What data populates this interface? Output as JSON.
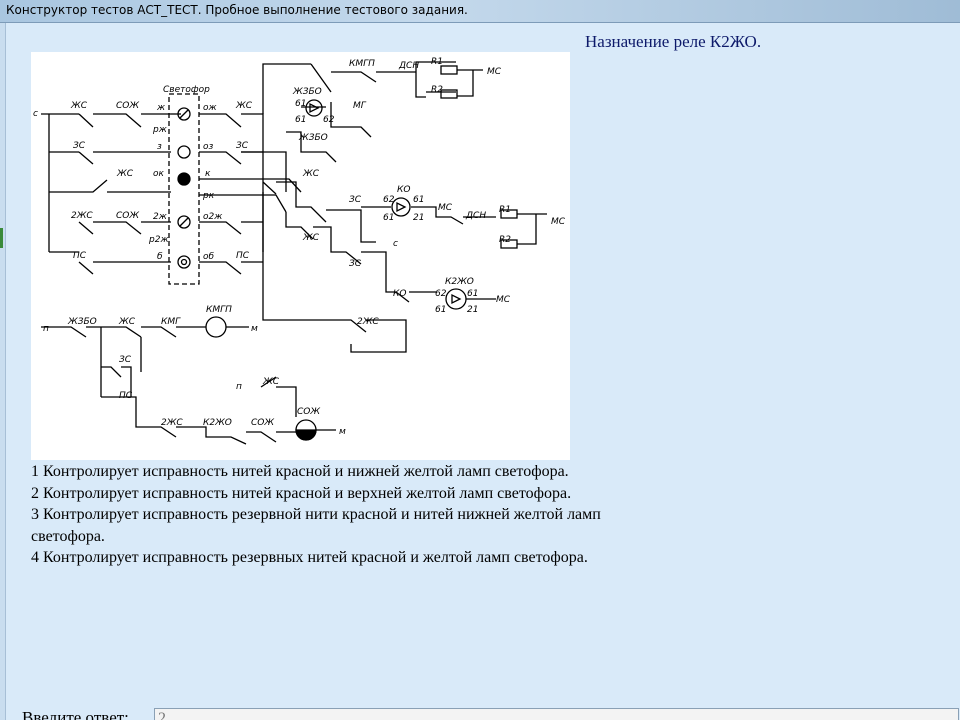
{
  "window": {
    "title": "Конструктор тестов АСТ_ТЕСТ. Пробное выполнение тестового задания."
  },
  "question": {
    "text": "Назначение реле К2ЖО."
  },
  "diagram": {
    "labels": {
      "svetofor": "Светофор",
      "c": "с",
      "zhs": "ЖС",
      "sozh": "СОЖ",
      "zs": "ЗС",
      "two_zhs": "2ЖС",
      "ps": "ПС",
      "zh": "ж",
      "ozh": "ож",
      "rzh": "рж",
      "z": "з",
      "oz": "оз",
      "ok": "ок",
      "k": "к",
      "rk": "рк",
      "two_zh": "2ж",
      "o2zh": "о2ж",
      "r2zh": "р2ж",
      "b": "б",
      "ob": "об",
      "kmgp": "КМГП",
      "dsn": "ДСН",
      "r1": "R1",
      "r2": "R2",
      "ms": "МС",
      "zhzbo": "ЖЗБО",
      "mg": "МГ",
      "n61": "61",
      "n62": "62",
      "n21": "21",
      "ko": "КО",
      "k2zho": "К2ЖО",
      "kmg": "КМГ",
      "m": "м",
      "p": "п"
    }
  },
  "options": [
    {
      "number": "1",
      "text": "Контролирует исправность нитей красной и нижней желтой ламп светофора."
    },
    {
      "number": "2",
      "text": "Контролирует исправность нитей красной и верхней желтой ламп светофора."
    },
    {
      "number": "3",
      "text": "Контролирует исправность резервной нити красной и нитей нижней желтой ламп светофора."
    },
    {
      "number": "4",
      "text": "Контролирует исправность резервных нитей красной и желтой ламп светофора."
    }
  ],
  "answer": {
    "label": "Введите ответ:",
    "value": "2"
  }
}
